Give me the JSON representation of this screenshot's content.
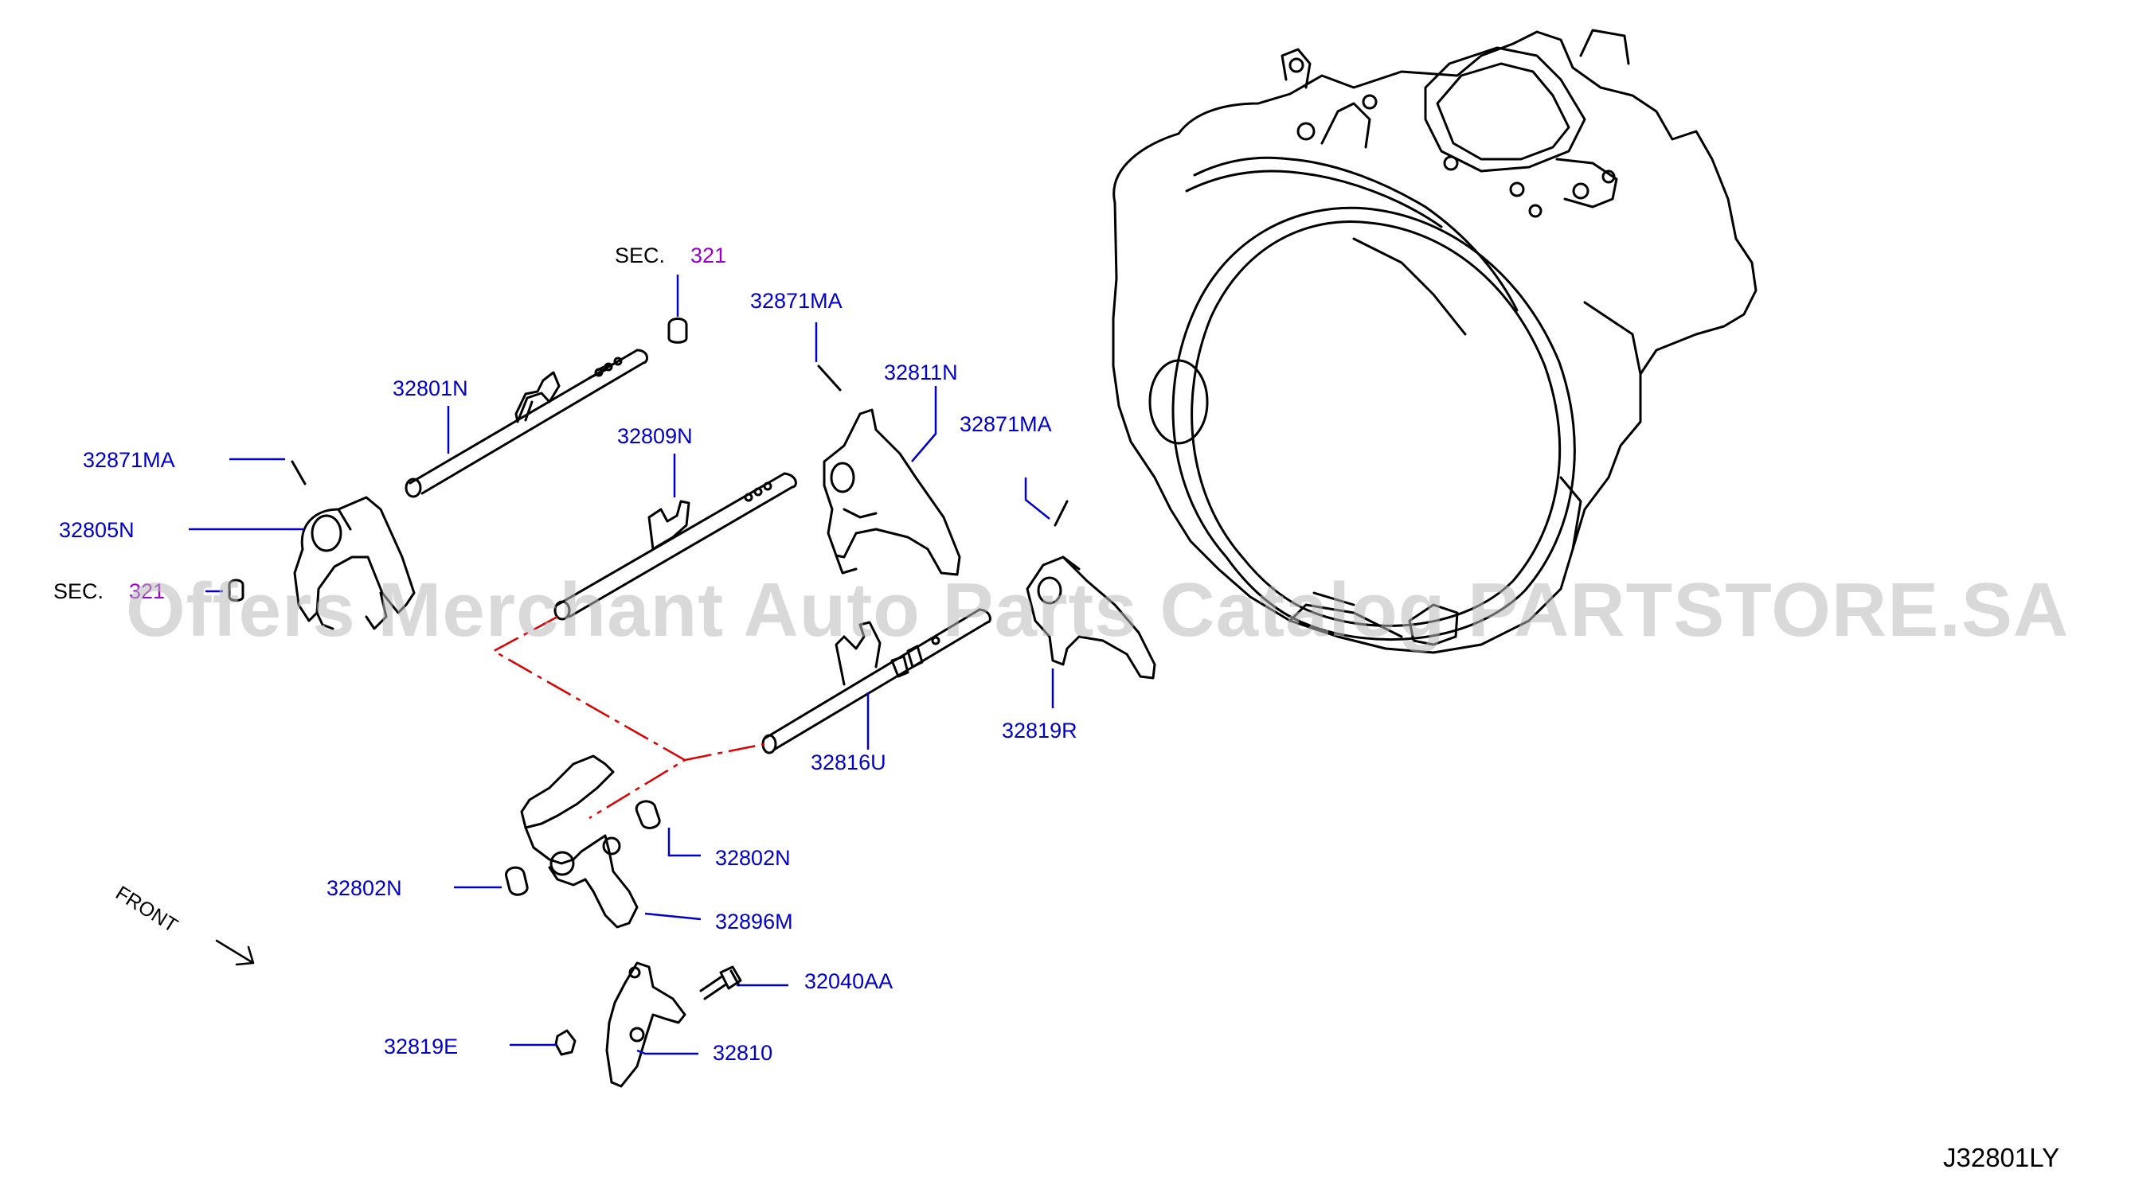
{
  "diagram_code": "J32801LY",
  "front_label": "FRONT",
  "watermark": "Offers Merchant Auto Parts Catalog PARTSTORE.SA",
  "colors": {
    "part_label": "#0000cc",
    "section_ref": "#9900cc",
    "leader": "#0000cc",
    "chain_line": "#dd0000",
    "drawing": "#000000"
  },
  "section_refs": [
    {
      "prefix": "SEC.",
      "number": "321"
    },
    {
      "prefix": "SEC.",
      "number": "321"
    }
  ],
  "parts": {
    "p32871MA_top": "32871MA",
    "p32871MA_right": "32871MA",
    "p32871MA_left": "32871MA",
    "p32801N": "32801N",
    "p32811N": "32811N",
    "p32809N": "32809N",
    "p32805N": "32805N",
    "p32816U": "32816U",
    "p32819R": "32819R",
    "p32802N_right": "32802N",
    "p32802N_left": "32802N",
    "p32896M": "32896M",
    "p32040AA": "32040AA",
    "p32819E": "32819E",
    "p32810": "32810"
  }
}
